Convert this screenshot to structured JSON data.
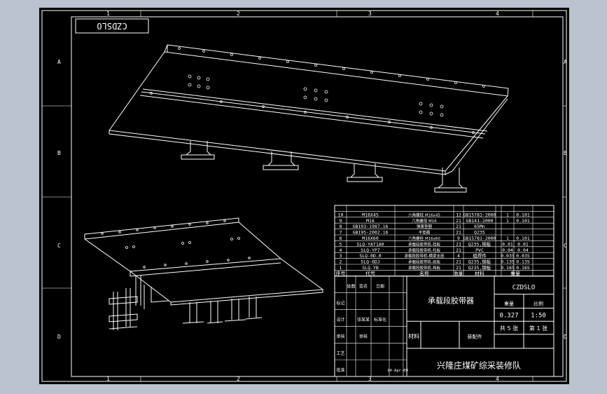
{
  "drawing": {
    "code_box": "CZDSLO",
    "column_markers": [
      "1",
      "2",
      "3",
      "4"
    ],
    "row_markers": [
      "A",
      "B",
      "C",
      "D"
    ]
  },
  "bom": {
    "rows": [
      {
        "no": "10",
        "code": "M16X45",
        "name": "六角螺栓 M16x45",
        "qty": "12",
        "material": "GB15781-2000",
        "unit_wt": "1",
        "total_wt": "0.101"
      },
      {
        "no": "9",
        "code": "M16",
        "name": "六角螺母 M16",
        "qty": "21",
        "material": "GB141-2000",
        "unit_wt": "1",
        "total_wt": "0.101"
      },
      {
        "no": "8",
        "code": "GB193-1987.16",
        "name": "弹簧垫圈",
        "qty": "21",
        "material": "65Mn",
        "unit_wt": "",
        "total_wt": ""
      },
      {
        "no": "7",
        "code": "GB195-2002.16",
        "name": "平垫圈",
        "qty": "21",
        "material": "Q235",
        "unit_wt": "",
        "total_wt": ""
      },
      {
        "no": "6",
        "code": "M16X60",
        "name": "六角螺栓 M16x60",
        "qty": "9",
        "material": "GB15781-2000",
        "unit_wt": "1",
        "total_wt": "0.101"
      },
      {
        "no": "5",
        "code": "SLQ-YAT1A0",
        "name": "承载段胶带机-挡板",
        "qty": "21",
        "material": "Q235,钢板",
        "unit_wt": "0.01",
        "total_wt": "0.01"
      },
      {
        "no": "4",
        "code": "SLQ-YP7",
        "name": "承载段胶带机-托板",
        "qty": "21",
        "material": "PVC",
        "unit_wt": "0.04",
        "total_wt": "0.04"
      },
      {
        "no": "3",
        "code": "SLQ-0D.0",
        "name": "承载段胶带机-横梁支座",
        "qty": "4",
        "material": "组焊件",
        "unit_wt": "0.035",
        "total_wt": "0.035"
      },
      {
        "no": "2",
        "code": "SLQ-6DJ",
        "name": "承载段胶带机-底板",
        "qty": "21",
        "material": "Q235,钢板",
        "unit_wt": "0.135",
        "total_wt": "0.135"
      },
      {
        "no": "1",
        "code": "SLQ-YB",
        "name": "承载段胶带机-挡板",
        "qty": "21",
        "material": "Q235,钢板",
        "unit_wt": "0.165",
        "total_wt": "0.165"
      }
    ],
    "headers": {
      "no": "序号",
      "code": "代号",
      "name": "名称",
      "qty": "数量",
      "material": "材料",
      "weight": "重量"
    }
  },
  "title_block": {
    "drawing_no": "CZDSLO",
    "title": "承载段胶带器",
    "weight_label": "重量",
    "scale_label": "比例",
    "weight": "0.327",
    "scale": "1:50",
    "sheets": "共 5 张",
    "sheet": "第 1 张",
    "material_label": "材料",
    "material_value": "装配件",
    "company": "兴隆庄煤矿综采装修队",
    "design_label": "设计",
    "check_label": "审核",
    "process_label": "工艺",
    "approve_label": "批准",
    "standardize_label": "标准化",
    "date_label": "日期",
    "designer": "张某某",
    "checker": "审核",
    "date": "14-Apr-09",
    "marks_label": "标记",
    "count_label": "处数",
    "sign_label": "签名"
  }
}
